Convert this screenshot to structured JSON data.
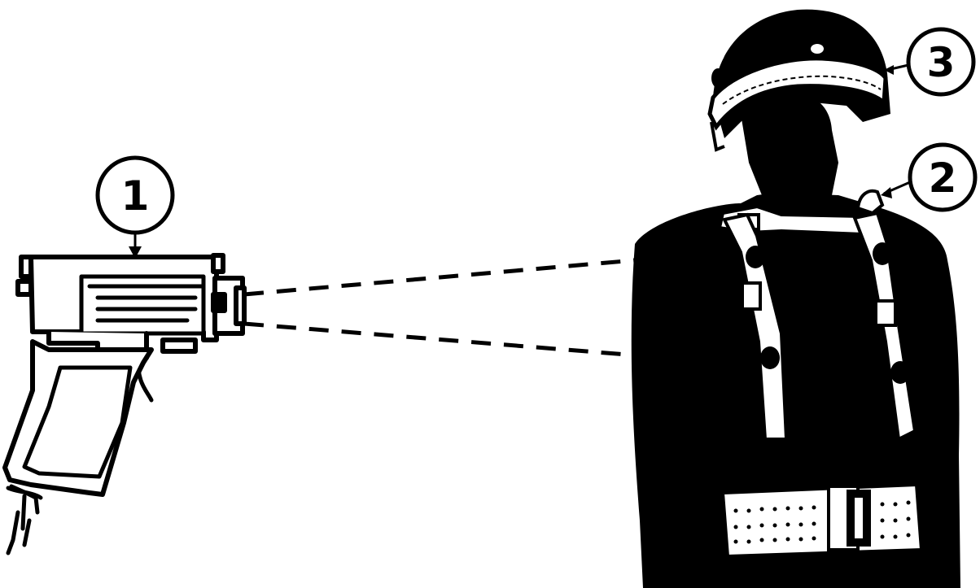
{
  "figure": {
    "ink_color": "#000000",
    "paper_color": "#ffffff",
    "callouts": [
      {
        "label": "1",
        "target": "laser-transmitter-gun"
      },
      {
        "label": "2",
        "target": "shoulder-laser-detector"
      },
      {
        "label": "3",
        "target": "helmet-laser-detector-band"
      }
    ],
    "icons": [
      "laser-transmitter-gun-icon",
      "soldier-silhouette-icon",
      "helmet-icon",
      "load-bearing-harness-icon",
      "web-belt-icon"
    ]
  }
}
